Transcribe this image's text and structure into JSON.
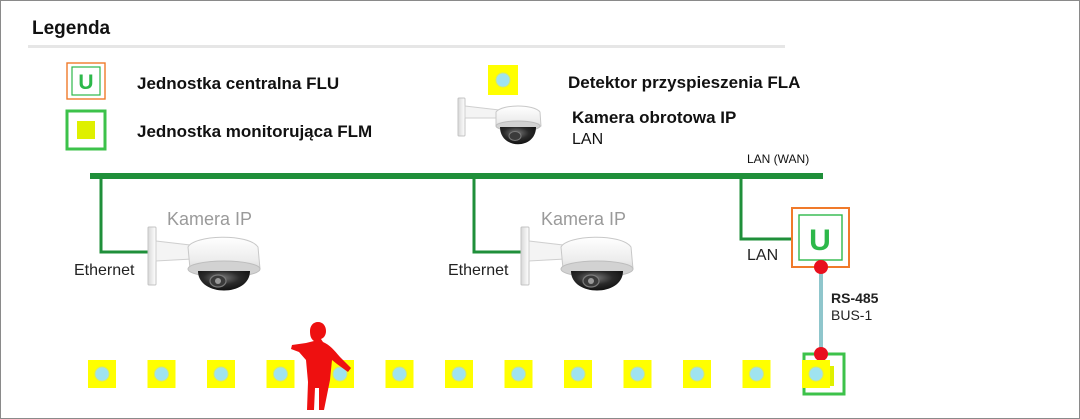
{
  "legend": {
    "title": "Legenda",
    "items": {
      "flu": {
        "label": "Jednostka centralna FLU",
        "symbol": "U"
      },
      "flm": {
        "label": "Jednostka monitorująca FLM"
      },
      "fla": {
        "label": "Detektor przyspieszenia FLA"
      },
      "ptz": {
        "label": "Kamera obrotowa IP",
        "sublabel": "LAN"
      }
    }
  },
  "network": {
    "lan_wan_label": "LAN  (WAN)",
    "lan_label": "LAN",
    "cameras": [
      {
        "label": "Kamera IP",
        "connection": "Ethernet"
      },
      {
        "label": "Kamera IP",
        "connection": "Ethernet"
      }
    ],
    "bus": {
      "label": "RS-485",
      "sublabel": "BUS-1"
    },
    "central_unit_symbol": "U",
    "detector_count": 13
  },
  "colors": {
    "network_line": "#1f8f3a",
    "flu_border": "#f07a2a",
    "flu_symbol": "#2db84a",
    "flm_border": "#3cc24a",
    "flm_fill": "#dff000",
    "detector_fill": "#ffff00",
    "detector_dot": "#9fe3f0",
    "bus_line": "#8fc6cc",
    "bus_node": "#e8101e",
    "person": "#ee1010",
    "camera_caption": "#9a9a9a"
  }
}
